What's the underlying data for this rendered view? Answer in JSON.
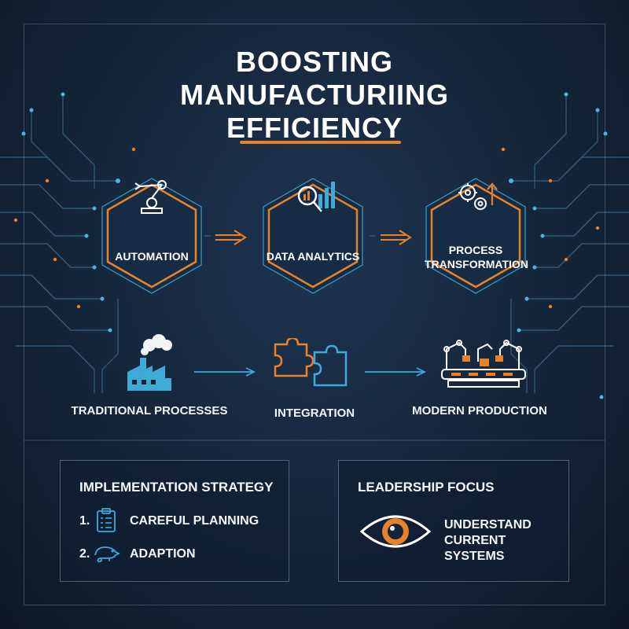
{
  "title": "BOOSTING\nMANUFACTURIING\nEFFICIENCY",
  "stages": [
    {
      "label": "AUTOMATION",
      "icon": "robot-arm-icon"
    },
    {
      "label": "DATA ANALYTICS",
      "icon": "magnifier-chart-icon"
    },
    {
      "label": "PROCESS\nTRANSFORMATION",
      "icon": "gears-arrow-icon"
    }
  ],
  "flow": [
    {
      "label": "TRADITIONAL PROCESSES",
      "icon": "factory-icon"
    },
    {
      "label": "INTEGRATION",
      "icon": "puzzle-icon"
    },
    {
      "label": "MODERN PRODUCTION",
      "icon": "assembly-line-icon"
    }
  ],
  "strategy": {
    "title": "IMPLEMENTATION STRATEGY",
    "steps": [
      {
        "num": "1.",
        "label": "CAREFUL PLANNING",
        "icon": "clipboard-icon"
      },
      {
        "num": "2.",
        "label": "ADAPTION",
        "icon": "chameleon-icon"
      }
    ]
  },
  "leadership": {
    "title": "LEADERSHIP FOCUS",
    "line1": "UNDERSTAND",
    "line2": "CURRENT SYSTEMS",
    "icon": "eye-icon"
  },
  "colors": {
    "accent": "#e8822a",
    "cyan": "#3fa9d8",
    "background": "#142539"
  }
}
